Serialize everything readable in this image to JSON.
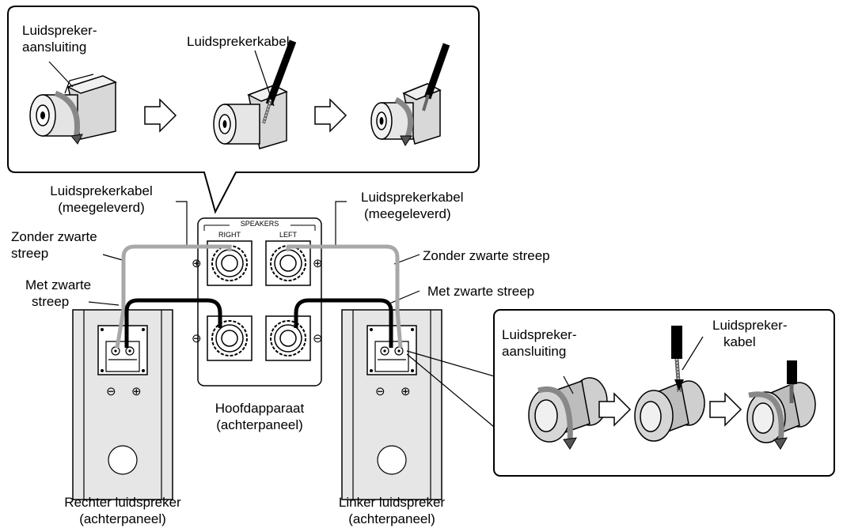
{
  "top_callout": {
    "terminal_label_line1": "Luidspreker-",
    "terminal_label_line2": "aansluiting",
    "cable_label": "Luidsprekerkabel"
  },
  "left_cable": {
    "label_line1": "Luidsprekerkabel",
    "label_line2": "(meegeleverd)",
    "no_stripe_line1": "Zonder zwarte",
    "no_stripe_line2": "streep",
    "stripe_line1": "Met zwarte",
    "stripe_line2": "streep"
  },
  "right_cable": {
    "label_line1": "Luidsprekerkabel",
    "label_line2": "(meegeleverd)",
    "no_stripe": "Zonder zwarte streep",
    "stripe": "Met zwarte streep"
  },
  "panel": {
    "speakers_label": "SPEAKERS",
    "right_label": "RIGHT",
    "left_label": "LEFT",
    "plus_symbol": "⊕",
    "minus_symbol": "⊖",
    "caption_line1": "Hoofdapparaat",
    "caption_line2": "(achterpaneel)"
  },
  "right_speaker": {
    "caption_line1": "Rechter luidspreker",
    "caption_line2": "(achterpaneel)",
    "minus_symbol": "⊖",
    "plus_symbol": "⊕"
  },
  "left_speaker": {
    "caption_line1": "Linker luidspreker",
    "caption_line2": "(achterpaneel)",
    "minus_symbol": "⊖",
    "plus_symbol": "⊕"
  },
  "bottom_callout": {
    "terminal_label_line1": "Luidspreker-",
    "terminal_label_line2": "aansluiting",
    "cable_label_line1": "Luidspreker-",
    "cable_label_line2": "kabel"
  },
  "colors": {
    "gray_wire": "#a8a8a8",
    "black_wire": "#000000",
    "speaker_fill": "#e6e6e6",
    "terminal_fill": "#d0d0d0"
  }
}
